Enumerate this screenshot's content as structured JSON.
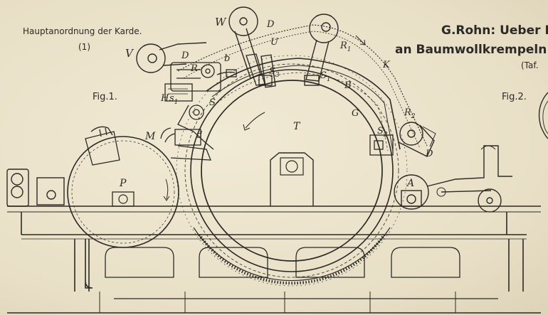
{
  "caption": {
    "title": "Hauptanordnung der Karde.",
    "number": "(1)"
  },
  "header": {
    "line1": "G.Rohn:  Ueber Ein",
    "line2": "an Baumwollkrempeln mit",
    "plate": "(Taf."
  },
  "figures": {
    "fig1": "Fig.1.",
    "fig2": "Fig.2."
  },
  "labels": {
    "W": "W",
    "D_top": "D",
    "U": "U",
    "V": "V",
    "D_left": "D",
    "R": "R",
    "b": "b",
    "S3": "S",
    "S3_sub": "3",
    "R1": "R",
    "R1_sub": "1",
    "K": "K",
    "S1_right": "S",
    "S1_right_sub": "1",
    "B": "B",
    "H": "H",
    "s1": "s",
    "s1_sub": "1",
    "S_mid": "S",
    "G": "G",
    "T": "T",
    "M": "M",
    "d": "d",
    "R2": "R",
    "R2_sub": "2",
    "S2": "S",
    "S2_sub": "2",
    "D_right": "D",
    "P": "P",
    "A": "A"
  },
  "colors": {
    "paper": "#ece4cd",
    "ink": "#2c2a26"
  }
}
